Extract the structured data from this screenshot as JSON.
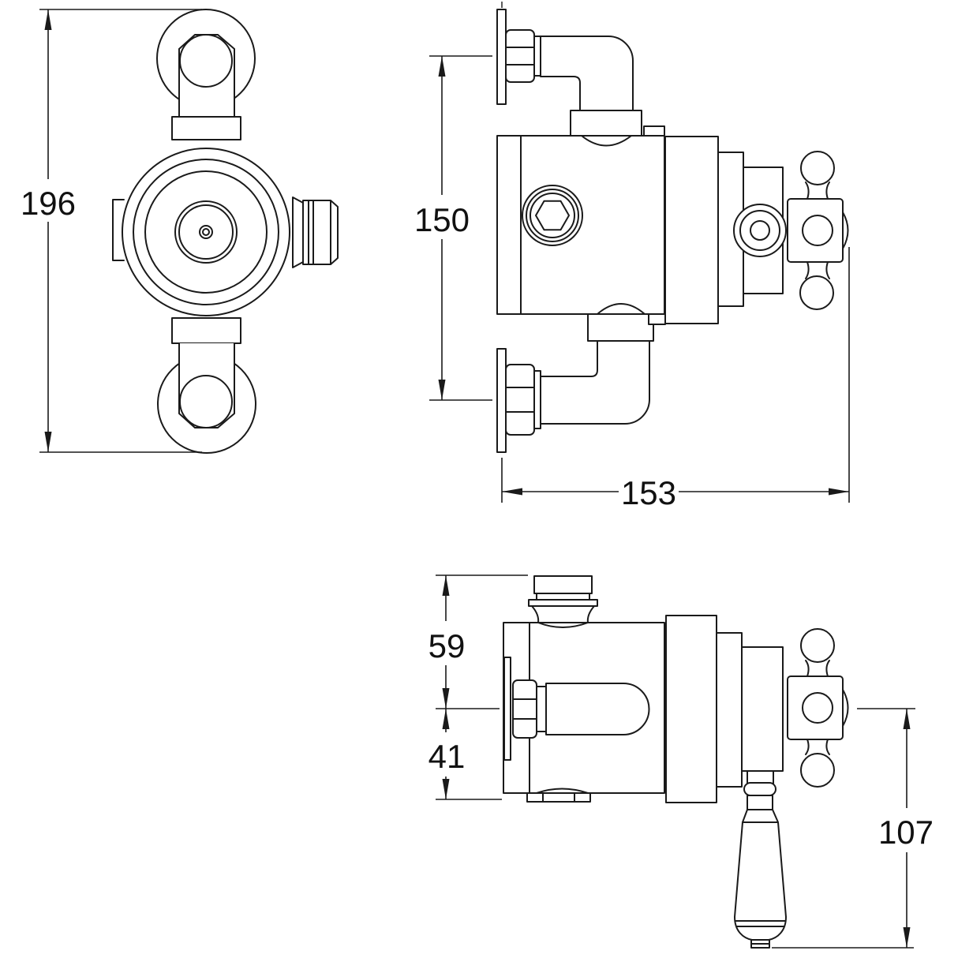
{
  "colors": {
    "background": "#ffffff",
    "line": "#1a1a1a",
    "text": "#111111"
  },
  "dimensions": {
    "overall_height": "196",
    "port_centres": "150",
    "overall_width": "153",
    "outlet_offset": "59",
    "inlet_offset": "41",
    "handle_drop": "107"
  }
}
